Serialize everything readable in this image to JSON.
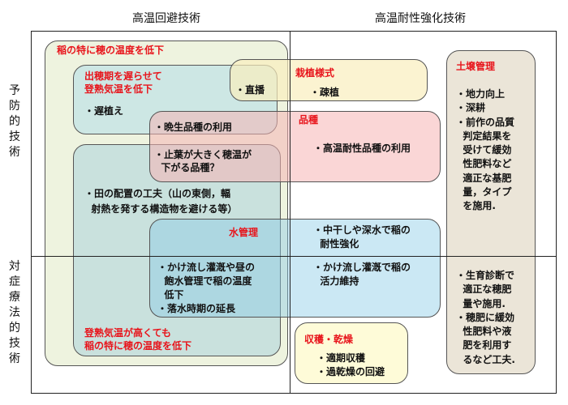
{
  "headers": {
    "col1": "高温回避技術",
    "col2": "高温耐性強化技術",
    "row1": "予防的技術",
    "row2": "対症療法的技術"
  },
  "boxes": {
    "panicle_temp": {
      "title": "稲の特に穂の温度を低下"
    },
    "heading_delay": {
      "title": "出穂期を遅らせて\n登熟気温を低下",
      "items": [
        "・遅植え"
      ]
    },
    "direct_seeding": "・直播",
    "planting": {
      "title": "栽植様式",
      "items": [
        "・疎植"
      ]
    },
    "variety": {
      "title": "品種",
      "items": [
        "・高温耐性品種の利用"
      ]
    },
    "late_variety": "・晩生品種の利用",
    "flag_leaf": "・止葉が大きく穂温が\n  下がる品種？",
    "field_layout": "・田の配置の工夫（山の東側，輻\n  射熱を発する構造物を避ける等）",
    "water": {
      "title": "水管理",
      "items_left": "・かけ流し灌漑や昼の\n  飽水管理で稲の温度\n  低下\n・落水時期の延長",
      "items_right_top": "・中干しや深水で稲の\n  耐性強化",
      "items_right_bottom": "・かけ流し灌漑で稲の\n  活力維持"
    },
    "ripening": {
      "title": "登熟気温が高くても\n稲の特に穂の温度を低下"
    },
    "harvest": {
      "title": "収穫・乾燥",
      "items": "・適期収穫\n・過乾燥の回避"
    },
    "soil": {
      "title": "土壌管理",
      "items_top": "・地力向上\n・深耕\n・前作の品質\n  判定結果を\n  受けて緩効\n  性肥料など\n  適正な基肥\n  量，タイプ\n  を施用.",
      "items_bottom": "・生育診断で\n  適正な穂肥\n  量や施用.\n・穂肥に緩効\n  性肥料や液\n  肥を利用す\n  るなど工夫."
    }
  }
}
